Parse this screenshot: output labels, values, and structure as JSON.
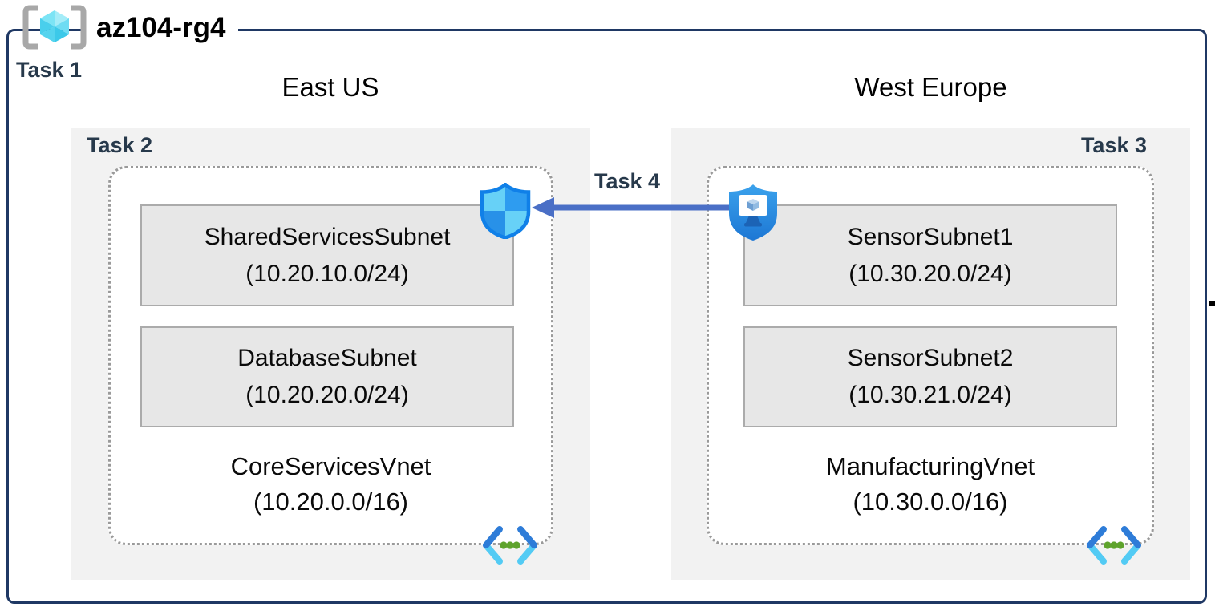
{
  "title": {
    "name": "az104-rg4",
    "task_label": "Task 1"
  },
  "regions": [
    {
      "name": "East US",
      "task_label": "Task 2",
      "vnet": {
        "name": "CoreServicesVnet",
        "cidr": "(10.20.0.0/16)",
        "subnets": [
          {
            "name": "SharedServicesSubnet",
            "cidr": "(10.20.10.0/24)"
          },
          {
            "name": "DatabaseSubnet",
            "cidr": "(10.20.20.0/24)"
          }
        ]
      }
    },
    {
      "name": "West Europe",
      "task_label": "Task 3",
      "vnet": {
        "name": "ManufacturingVnet",
        "cidr": "(10.30.0.0/16)",
        "subnets": [
          {
            "name": "SensorSubnet1",
            "cidr": "(10.30.20.0/24)"
          },
          {
            "name": "SensorSubnet2",
            "cidr": "(10.30.21.0/24)"
          }
        ]
      }
    }
  ],
  "connection": {
    "task_label": "Task 4"
  },
  "icons": {
    "resource_group": "resource-group-icon",
    "nsg": "network-security-group-shield-icon",
    "asg": "application-security-group-shield-icon",
    "vnet": "virtual-network-chevrons-icon"
  },
  "colors": {
    "frame_border": "#1F3864",
    "task_text": "#27394B",
    "region_fill": "#F2F2F2",
    "subnet_fill": "#E7E7E7",
    "subnet_border": "#ABABAB",
    "arrow": "#4A6FC6",
    "shield_medium_blue": "#2E9CF0",
    "shield_light_cyan": "#67D1F7",
    "vnet_chevron_blue": "#2E7CD8",
    "vnet_chevron_cyan": "#53CBF4",
    "vnet_dots_green": "#5EA32C"
  }
}
